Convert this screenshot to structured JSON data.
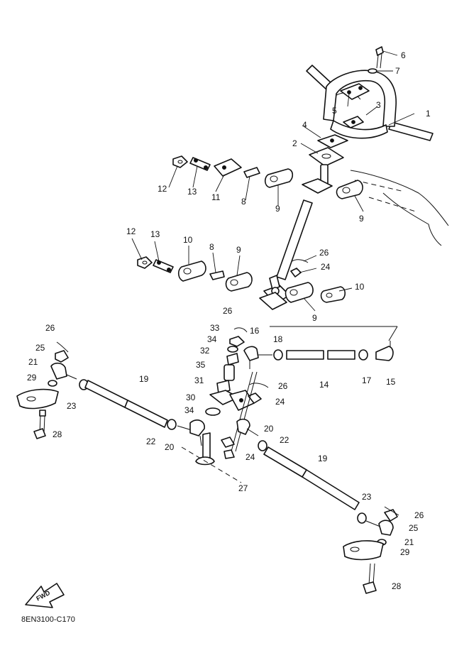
{
  "diagram_code": "8EN3100-C170",
  "direction_label": "FWD",
  "callouts": [
    "1",
    "2",
    "3",
    "4",
    "5",
    "6",
    "7",
    "8",
    "9",
    "10",
    "11",
    "12",
    "13",
    "14",
    "15",
    "16",
    "17",
    "18",
    "19",
    "20",
    "21",
    "22",
    "23",
    "24",
    "25",
    "26",
    "27",
    "28",
    "29",
    "30",
    "31",
    "32",
    "33",
    "34",
    "35"
  ]
}
